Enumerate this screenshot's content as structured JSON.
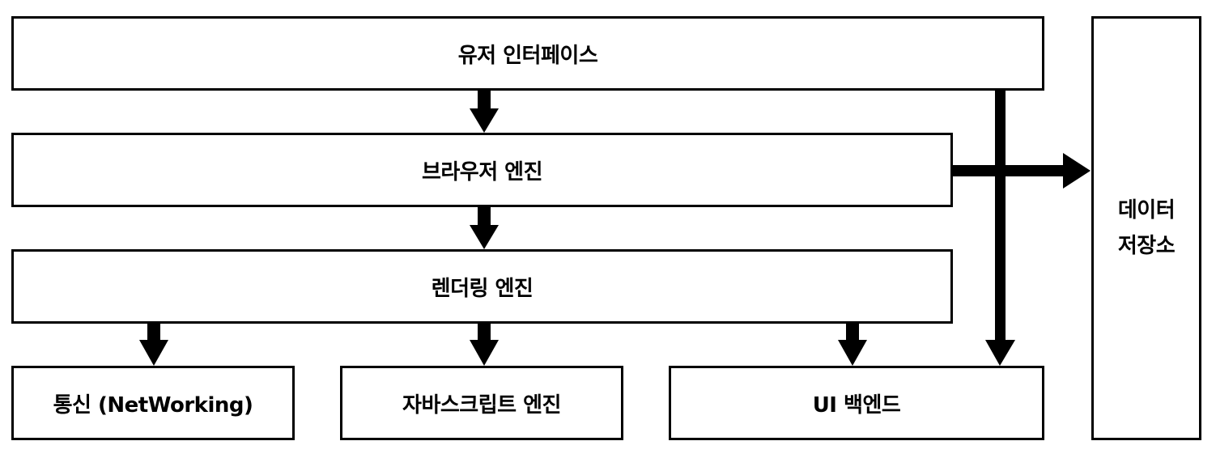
{
  "diagram": {
    "boxes": {
      "user_interface": "유저 인터페이스",
      "browser_engine": "브라우저 엔진",
      "rendering_engine": "렌더링 엔진",
      "networking": "통신 (NetWorking)",
      "javascript_engine": "자바스크립트 엔진",
      "ui_backend": "UI 백엔드",
      "data_storage_line1": "데이터",
      "data_storage_line2": "저장소"
    },
    "edges": [
      {
        "from": "user_interface",
        "to": "browser_engine"
      },
      {
        "from": "user_interface",
        "to": "ui_backend"
      },
      {
        "from": "browser_engine",
        "to": "rendering_engine"
      },
      {
        "from": "browser_engine",
        "to": "data_storage"
      },
      {
        "from": "rendering_engine",
        "to": "networking"
      },
      {
        "from": "rendering_engine",
        "to": "javascript_engine"
      },
      {
        "from": "rendering_engine",
        "to": "ui_backend"
      }
    ],
    "line_color": "#000000",
    "box_fill": "#ffffff"
  }
}
